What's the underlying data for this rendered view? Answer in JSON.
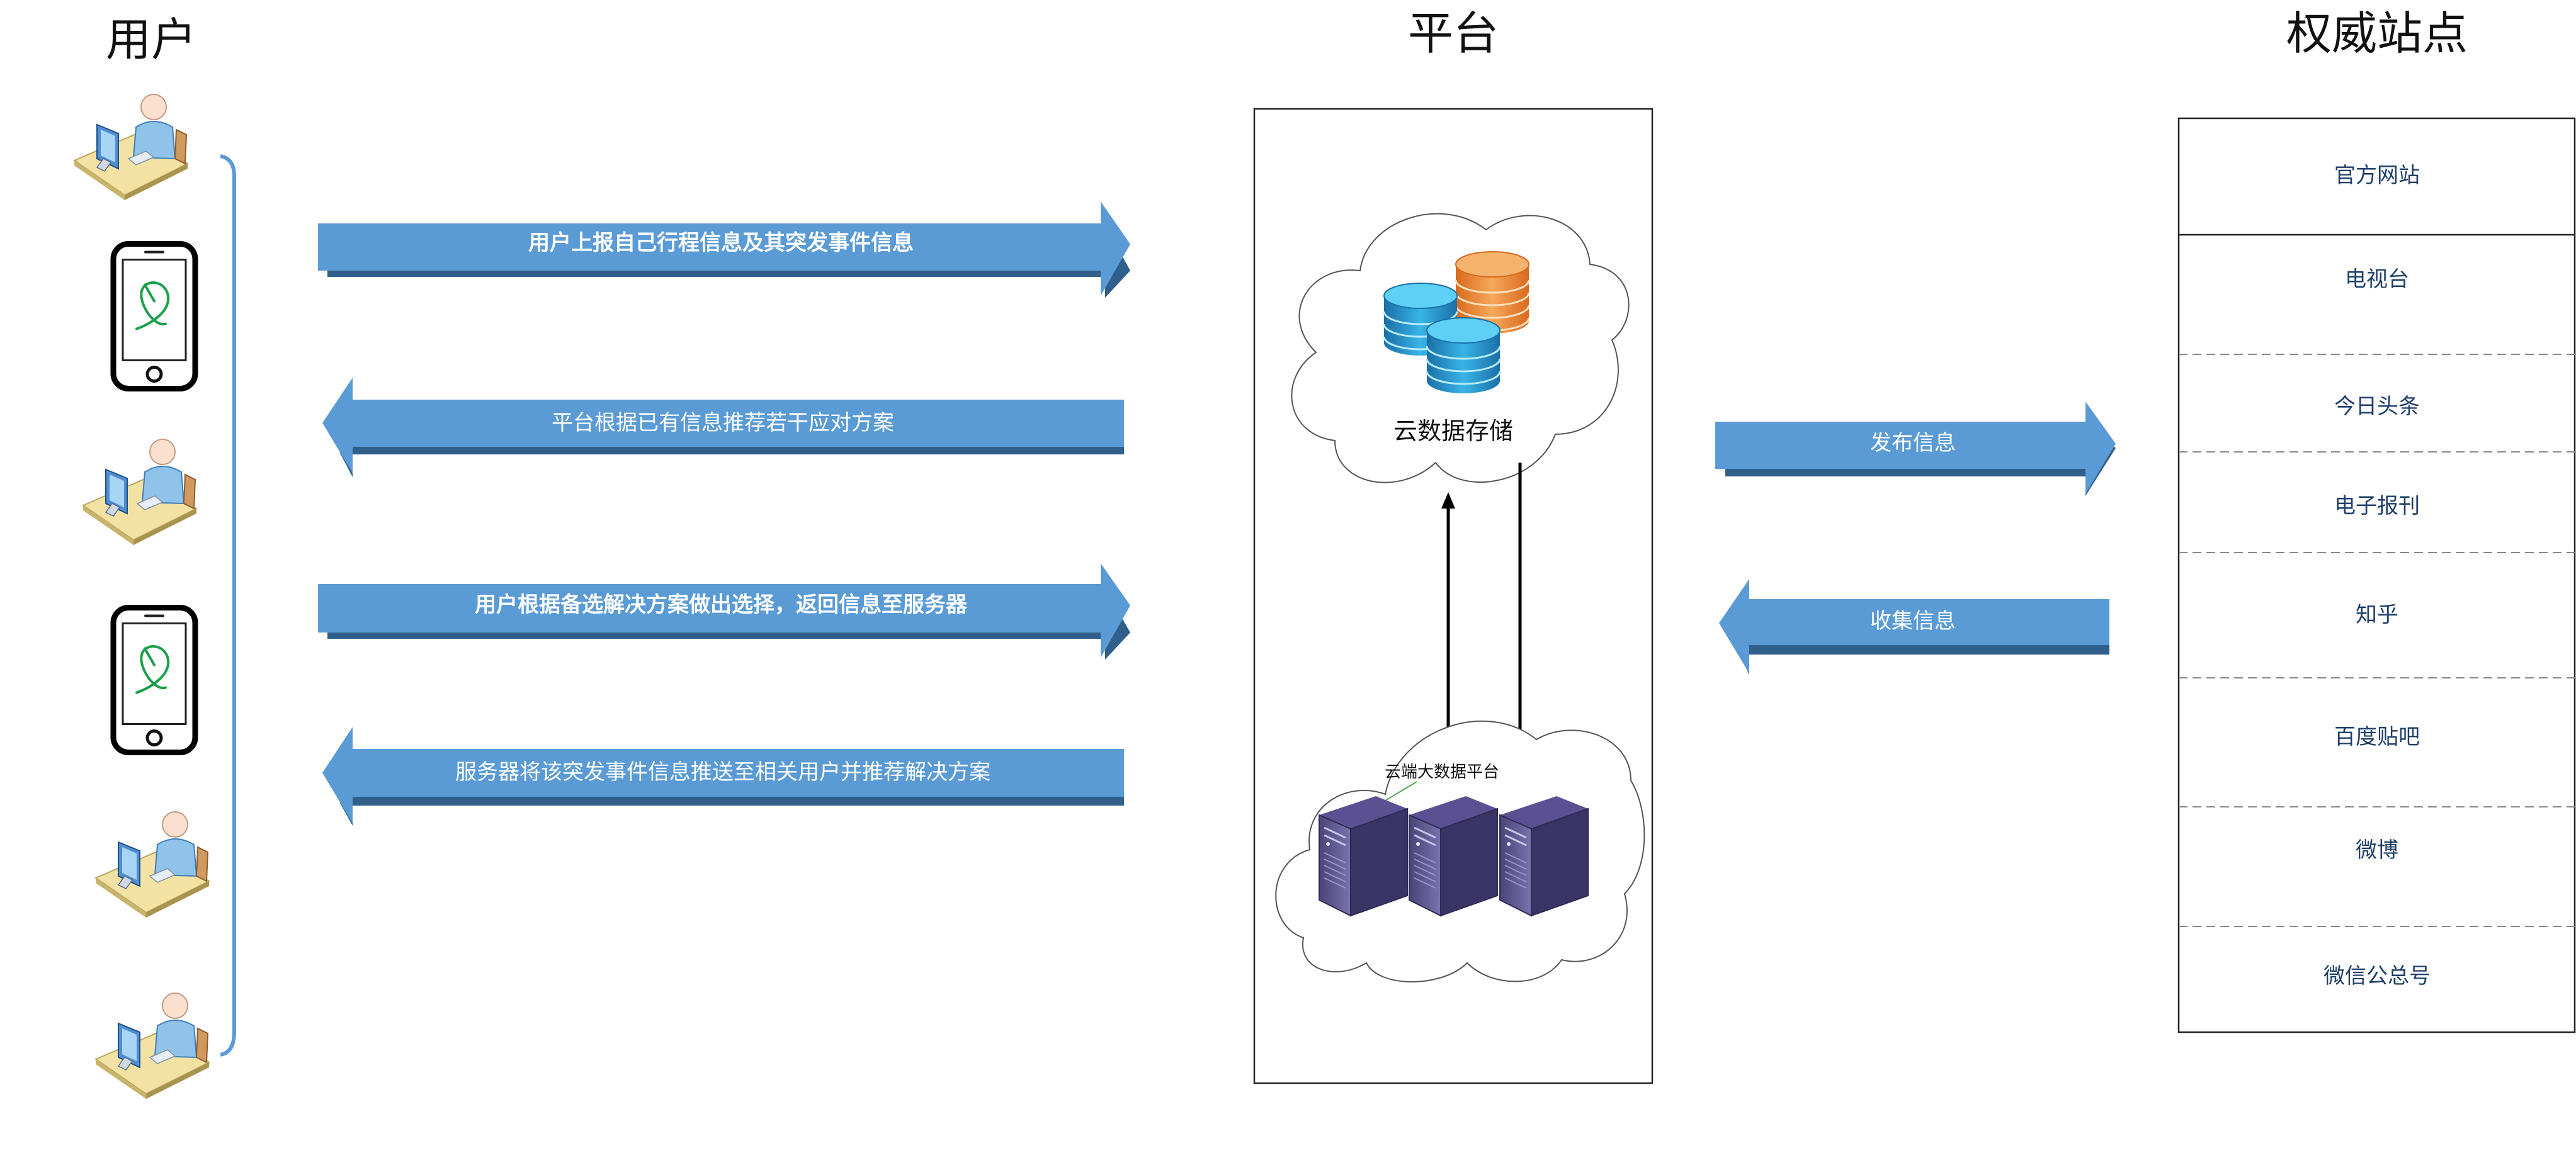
{
  "columns": {
    "user": "用户",
    "platform": "平台",
    "authority": "权威站点"
  },
  "flows_user": [
    {
      "label": "用户上报自己行程信息及其突发事件信息",
      "direction": "right"
    },
    {
      "label": "平台根据已有信息推荐若干应对方案",
      "direction": "left"
    },
    {
      "label": "用户根据备选解决方案做出选择，返回信息至服务器",
      "direction": "right"
    },
    {
      "label": "服务器将该突发事件信息推送至相关用户并推荐解决方案",
      "direction": "left"
    }
  ],
  "flows_authority": [
    {
      "label": "发布信息",
      "direction": "right"
    },
    {
      "label": "收集信息",
      "direction": "left"
    }
  ],
  "platform": {
    "cloud_storage_label": "云数据存储",
    "server_label": "云端大数据平台"
  },
  "sites": [
    "官方网站",
    "电视台",
    "今日头条",
    "电子报刊",
    "知乎",
    "百度贴吧",
    "微博",
    "微信公总号"
  ],
  "user_devices": [
    "computer-user",
    "smartphone",
    "computer-user",
    "smartphone",
    "computer-user",
    "computer-user"
  ],
  "colors": {
    "arrow": "#5b9bd5",
    "arrow_shadow": "#2f5f8a",
    "bracket": "#5b9bd5"
  }
}
